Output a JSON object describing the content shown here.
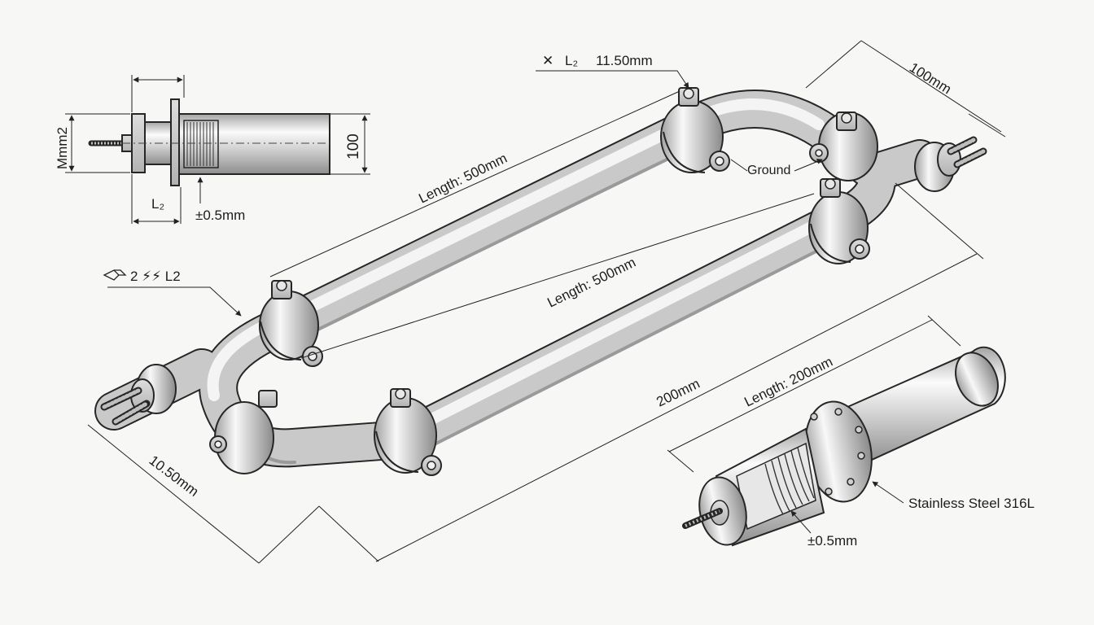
{
  "labels": {
    "top_note_symbol": "✕",
    "top_note_ref": "L₂",
    "top_note_value": "11.50mm",
    "right_top_dim": "100mm",
    "ground": "Ground",
    "top_length": "Length: 500mm",
    "middle_length": "Length: 500mm",
    "left_note": "2 ⚡⚡ L2",
    "left_dim": "10.50mm",
    "bottom_dim": "200mm",
    "detail_length": "Length: 200mm",
    "material": "Stainless Steel 316L",
    "detail_tolerance": "±0.5mm",
    "inset_side": "Mmm2",
    "inset_height": "100",
    "inset_ref": "L₂",
    "inset_tolerance": "±0.5mm"
  },
  "colors": {
    "background": "#f7f7f6",
    "outline": "#262626",
    "metal_light": "#fbfbfb",
    "metal_mid": "#cfcfcf",
    "metal_dark": "#8e8e8e"
  }
}
